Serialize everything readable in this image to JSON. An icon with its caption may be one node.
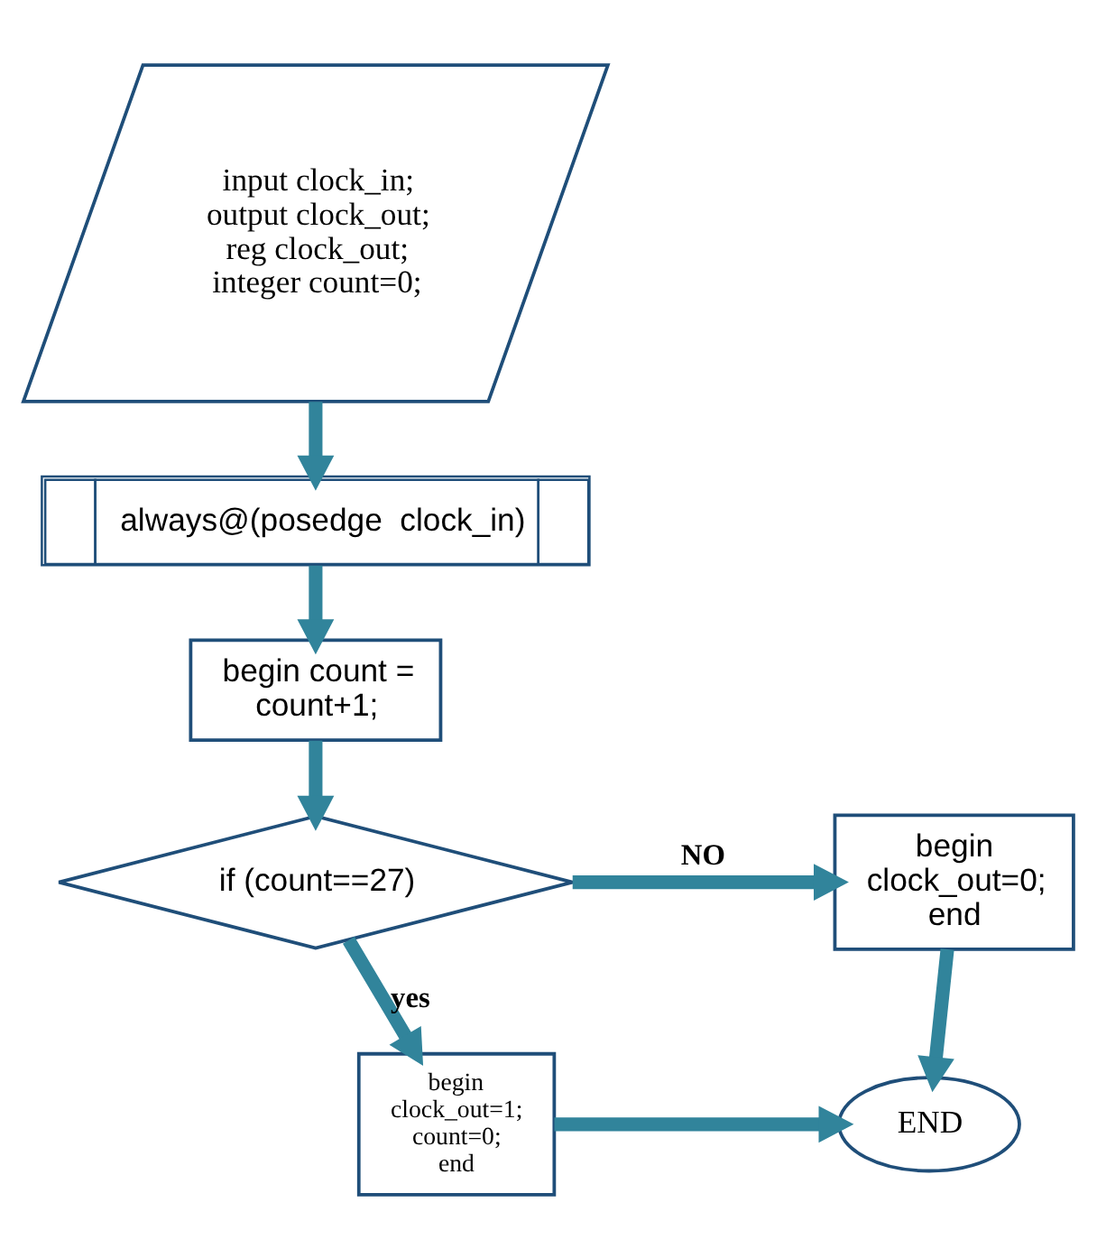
{
  "diagram": {
    "nodes": [
      {
        "text": [
          "input clock_in; output clock_out; reg clock_out; integer count=0;"
        ]
      },
      {
        "text": [
          "always@(posedge  clock_in)"
        ]
      },
      {
        "text": [
          "begin count = count+1;"
        ]
      },
      {
        "text": [
          "if (count==27)"
        ]
      },
      {
        "text": [
          "begin clock_out=0; end"
        ]
      },
      {
        "text": [
          "begin clock_out=1; count=0; end"
        ]
      },
      {
        "text": [
          "END"
        ]
      }
    ],
    "edges": [
      {
        "from": 0,
        "to": 1,
        "arrow": "to"
      },
      {
        "from": 1,
        "to": 2,
        "arrow": "to"
      },
      {
        "from": 2,
        "to": 3,
        "arrow": "to"
      },
      {
        "from": 3,
        "to": 4,
        "arrow": "to",
        "label": "NO"
      },
      {
        "from": 3,
        "to": 5,
        "arrow": "to",
        "label": "yes"
      },
      {
        "from": 4,
        "to": 6,
        "arrow": "to"
      },
      {
        "from": 5,
        "to": 6,
        "arrow": "to"
      }
    ]
  }
}
